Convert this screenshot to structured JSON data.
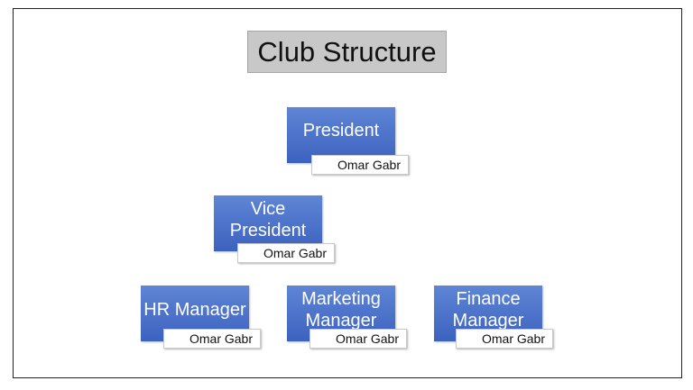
{
  "title": "Club Structure",
  "nodes": [
    {
      "role": "President",
      "name": "Omar Gabr"
    },
    {
      "role": "Vice President",
      "name": "Omar Gabr"
    },
    {
      "role": "HR Manager",
      "name": "Omar Gabr"
    },
    {
      "role": "Marketing Manager",
      "name": "Omar Gabr"
    },
    {
      "role": "Finance Manager",
      "name": "Omar Gabr"
    }
  ],
  "colors": {
    "box": "#4a72cc",
    "title_bg": "#c8c8c8",
    "name_bg": "#ffffff"
  }
}
